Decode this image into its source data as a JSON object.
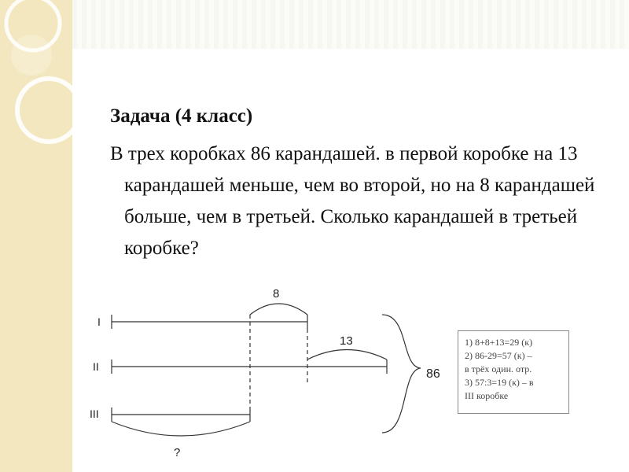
{
  "slide": {
    "title": "Задача (4 класс)",
    "problem_text": "В трех коробках 86 карандашей. в первой коробке на 13 карандашей меньше, чем во второй, но на 8 карандашей больше, чем в третьей. Сколько карандашей в третьей коробке?"
  },
  "diagram": {
    "row_labels": [
      "I",
      "II",
      "III"
    ],
    "diff_first_third": "8",
    "diff_second_first": "13",
    "total": "86",
    "unknown": "?"
  },
  "solution": {
    "lines": [
      "1) 8+8+13=29 (к)",
      "2) 86-29=57 (к) –",
      "в трёх один. отр.",
      "3) 57:3=19 (к) – в",
      "III коробке"
    ]
  },
  "colors": {
    "background": "#ffffff",
    "left_band": "#f3e7bf",
    "text": "#111111",
    "lines": "#333333"
  }
}
